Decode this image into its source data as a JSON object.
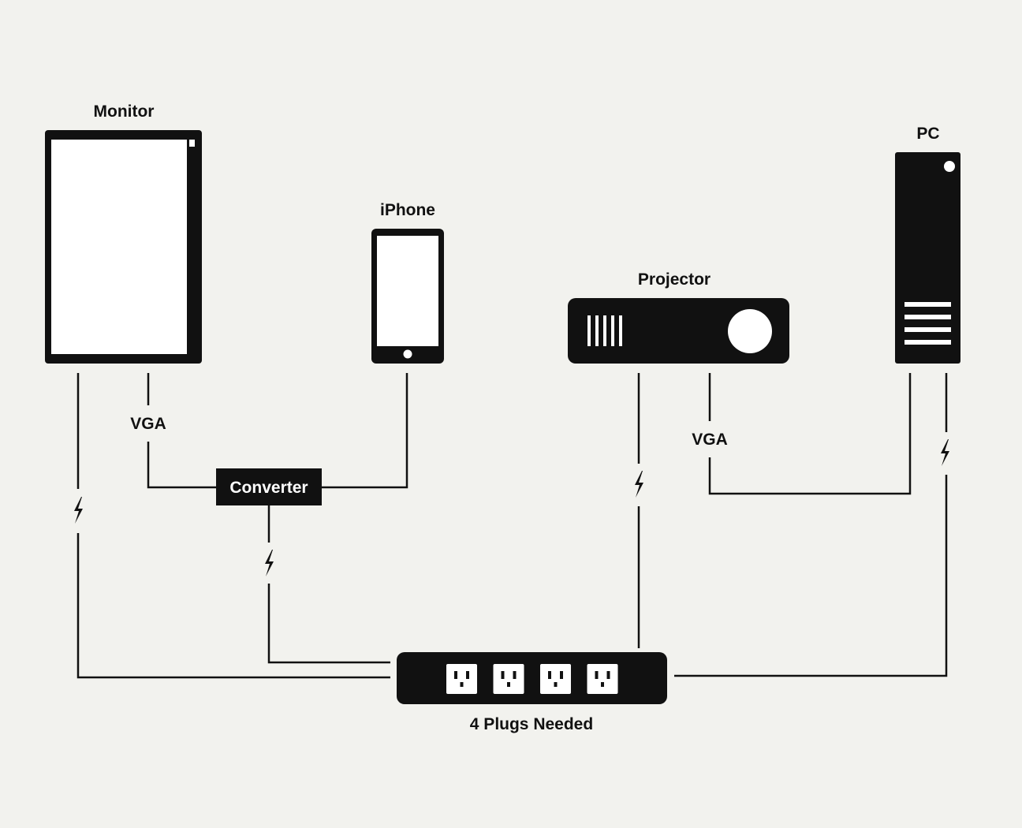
{
  "devices": {
    "monitor": "Monitor",
    "iphone": "iPhone",
    "projector": "Projector",
    "pc": "PC"
  },
  "converter": "Converter",
  "cables": {
    "monitor_vga": "VGA",
    "projector_vga": "VGA"
  },
  "power_strip": {
    "label": "4 Plugs Needed",
    "outlets": 4
  },
  "colors": {
    "background": "#f2f2ee",
    "ink": "#111111",
    "screen": "#ffffff"
  },
  "icons": [
    "power-bolt-icon",
    "outlet-icon"
  ]
}
